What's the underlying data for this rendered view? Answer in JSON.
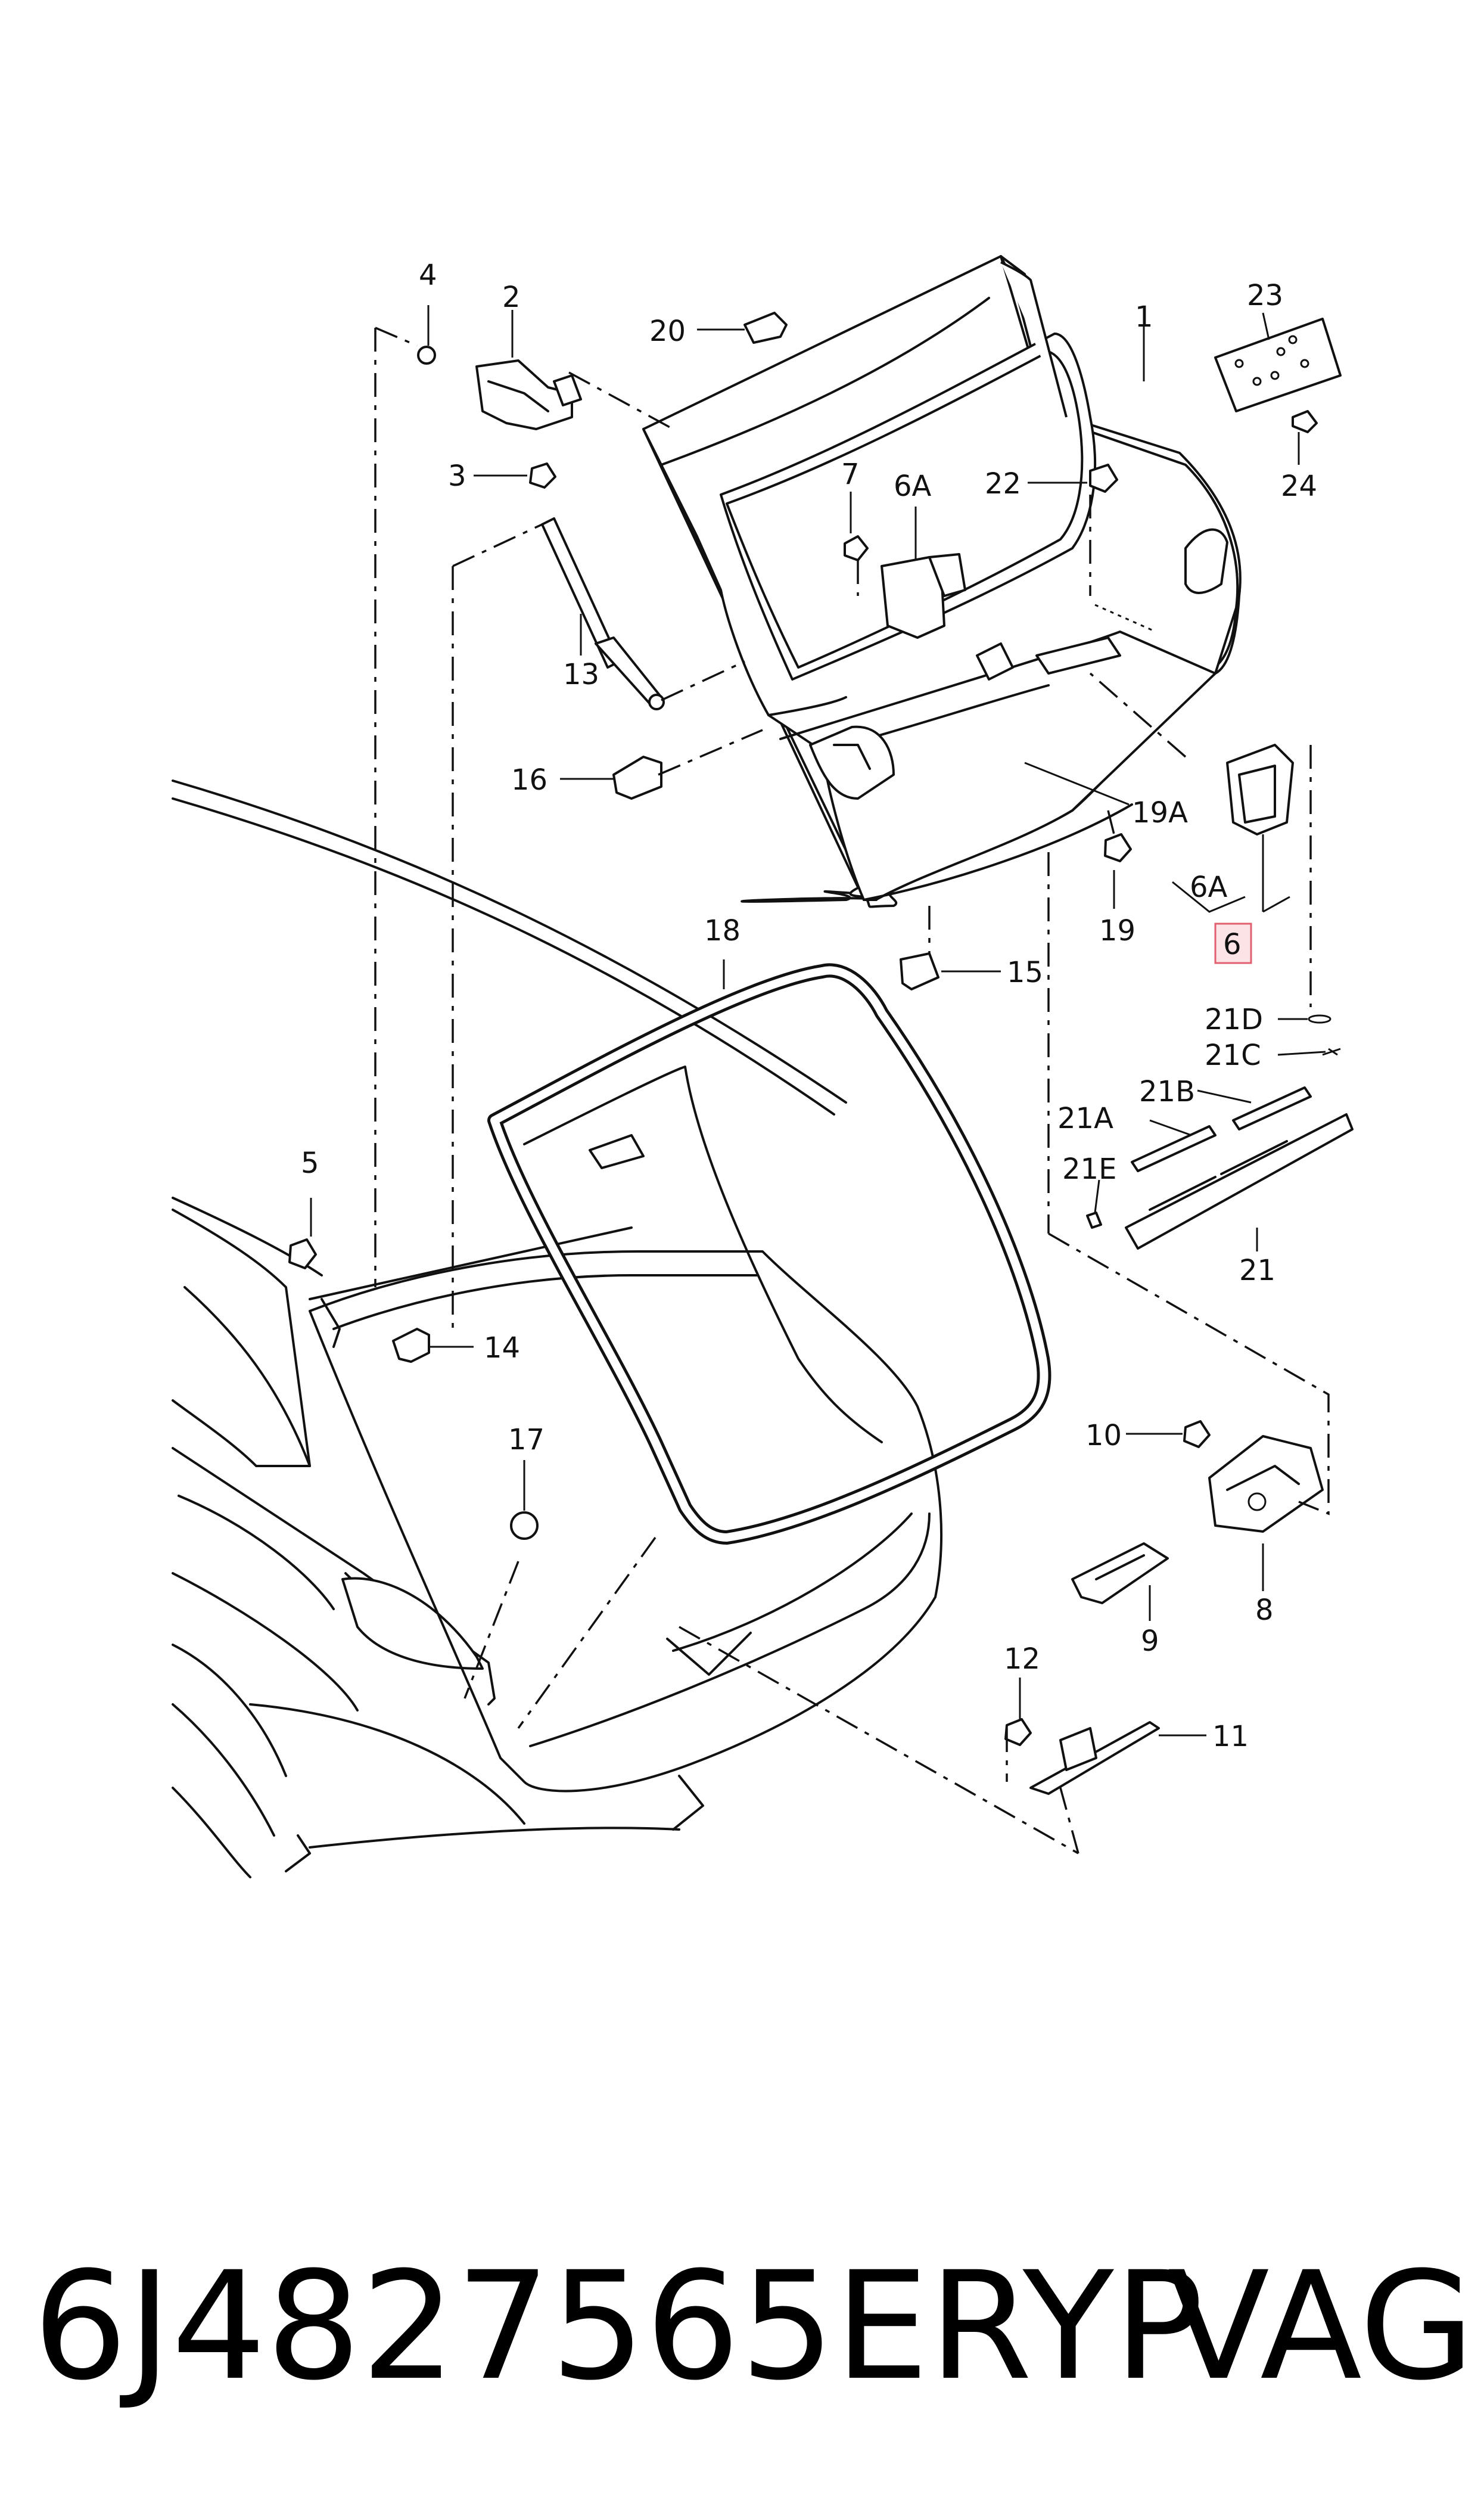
{
  "callouts": {
    "c1": "1",
    "c2": "2",
    "c3": "3",
    "c4": "4",
    "c5": "5",
    "c6": "6",
    "c6A_top": "6A",
    "c6A_bottom": "6A",
    "c7": "7",
    "c8": "8",
    "c9": "9",
    "c10": "10",
    "c11": "11",
    "c12": "12",
    "c13": "13",
    "c14": "14",
    "c15": "15",
    "c16": "16",
    "c17": "17",
    "c18": "18",
    "c19": "19",
    "c19A": "19A",
    "c20": "20",
    "c21": "21",
    "c21A": "21A",
    "c21B": "21B",
    "c21C": "21C",
    "c21D": "21D",
    "c21E": "21E",
    "c22": "22",
    "c23": "23",
    "c24": "24"
  },
  "highlight": {
    "border_color": "#e06070",
    "fill_color": "#fbe3e6"
  },
  "footer": {
    "part_number": "6J4827565ERYP",
    "brand": "VAG"
  }
}
